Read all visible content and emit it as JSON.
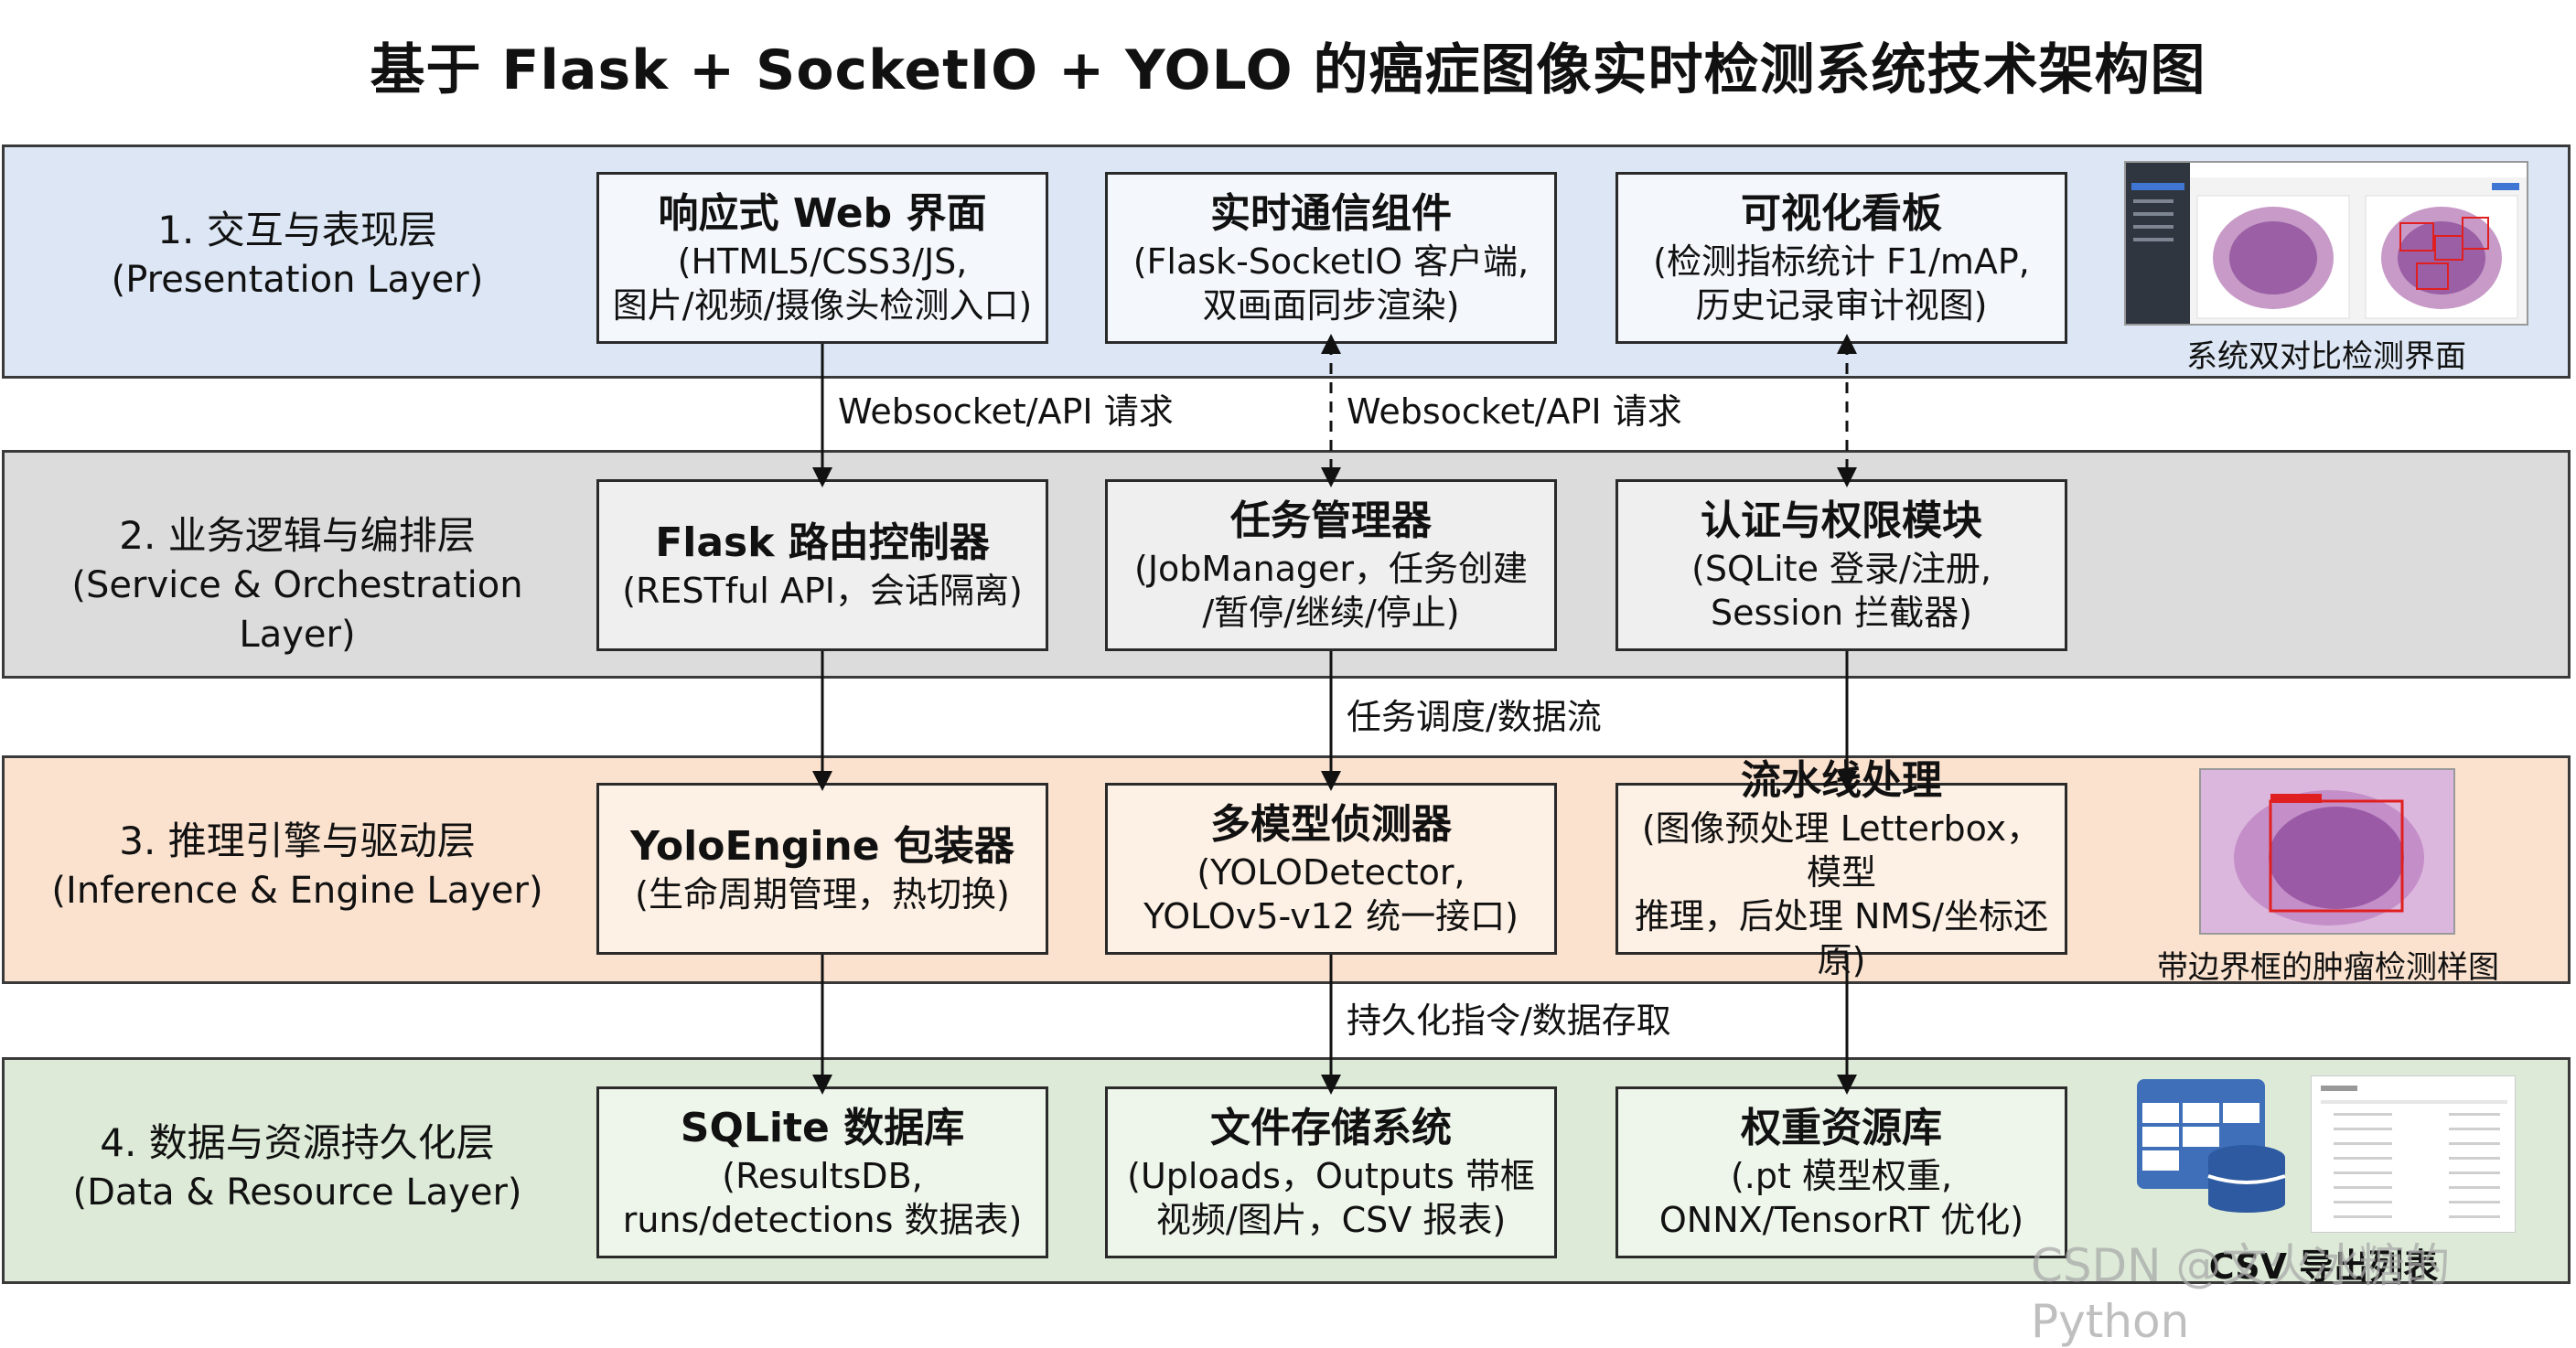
{
  "title": "基于 Flask + SocketIO + YOLO 的癌症图像实时检测系统技术架构图",
  "layers": [
    {
      "label": "1. 交互与表现层",
      "label_en": "(Presentation Layer)",
      "boxes": [
        {
          "title": "响应式 Web 界面",
          "desc1": "(HTML5/CSS3/JS,",
          "desc2": "图片/视频/摄像头检测入口)"
        },
        {
          "title": "实时通信组件",
          "desc1": "(Flask-SocketIO 客户端,",
          "desc2": "双画面同步渲染)"
        },
        {
          "title": "可视化看板",
          "desc1": "(检测指标统计 F1/mAP,",
          "desc2": "历史记录审计视图)"
        }
      ],
      "side_caption": "系统双对比检测界面"
    },
    {
      "label": "2. 业务逻辑与编排层",
      "label_en": "(Service & Orchestration Layer)",
      "boxes": [
        {
          "title": "Flask 路由控制器",
          "desc1": "(RESTful API，会话隔离)",
          "desc2": ""
        },
        {
          "title": "任务管理器",
          "desc1": "(JobManager，任务创建",
          "desc2": "/暂停/继续/停止)"
        },
        {
          "title": "认证与权限模块",
          "desc1": "(SQLite 登录/注册,",
          "desc2": "Session 拦截器)"
        }
      ]
    },
    {
      "label": "3. 推理引擎与驱动层",
      "label_en": "(Inference & Engine Layer)",
      "boxes": [
        {
          "title": "YoloEngine 包装器",
          "desc1": "(生命周期管理，热切换)",
          "desc2": ""
        },
        {
          "title": "多模型侦测器",
          "desc1": "(YOLODetector,",
          "desc2": "YOLOv5-v12 统一接口)"
        },
        {
          "title": "流水线处理",
          "desc1": "(图像预处理 Letterbox，模型",
          "desc2": "推理，后处理 NMS/坐标还原)"
        }
      ],
      "side_caption": "带边界框的肿瘤检测样图"
    },
    {
      "label": "4. 数据与资源持久化层",
      "label_en": "(Data & Resource Layer)",
      "boxes": [
        {
          "title": "SQLite 数据库",
          "desc1": "(ResultsDB,",
          "desc2": "runs/detections 数据表)"
        },
        {
          "title": "文件存储系统",
          "desc1": "(Uploads，Outputs 带框",
          "desc2": "视频/图片，CSV 报表)"
        },
        {
          "title": "权重资源库",
          "desc1": "(.pt 模型权重,",
          "desc2": "ONNX/TensorRT 优化)"
        }
      ],
      "side_caption": "CSV 导出列表"
    }
  ],
  "connectors": {
    "c12_left": "Websocket/API 请求",
    "c12_mid": "Websocket/API 请求",
    "c23": "任务调度/数据流",
    "c34": "持久化指令/数据存取"
  },
  "watermark": "CSDN @文火冰糖的Python"
}
